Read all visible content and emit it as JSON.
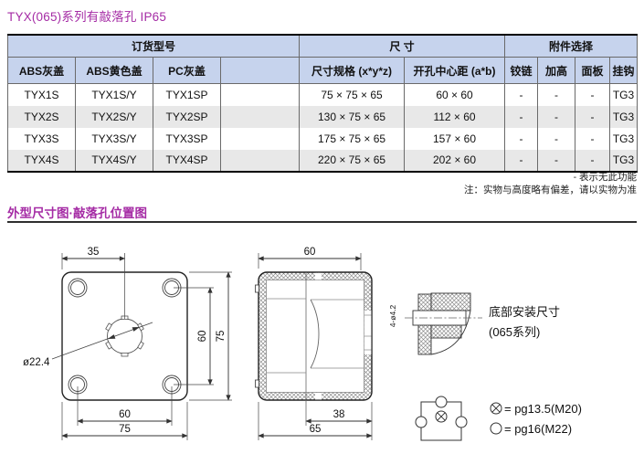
{
  "colors": {
    "accent": "#a52ca5",
    "table_header_bg": "#c6d3ed",
    "row_alt_bg": "#e8e8e8"
  },
  "page": {
    "title": "TYX(065)系列有敲落孔 IP65",
    "section_title": "外型尺寸图·敲落孔位置图"
  },
  "table": {
    "group_headers": {
      "order": "订货型号",
      "size": "尺 寸",
      "accessories": "附件选择"
    },
    "columns": [
      "ABS灰盖",
      "ABS黄色盖",
      "PC灰盖",
      "",
      "尺寸规格 (x*y*z)",
      "开孔中心距 (a*b)",
      "铰链",
      "加高",
      "面板",
      "挂钩"
    ],
    "rows": [
      [
        "TYX1S",
        "TYX1S/Y",
        "TYX1SP",
        "",
        "75 × 75 × 65",
        "60 × 60",
        "-",
        "-",
        "-",
        "TG3"
      ],
      [
        "TYX2S",
        "TYX2S/Y",
        "TYX2SP",
        "",
        "130 × 75 × 65",
        "112 × 60",
        "-",
        "-",
        "-",
        "TG3"
      ],
      [
        "TYX3S",
        "TYX3S/Y",
        "TYX3SP",
        "",
        "175 × 75 × 65",
        "157 × 60",
        "-",
        "-",
        "-",
        "TG3"
      ],
      [
        "TYX4S",
        "TYX4S/Y",
        "TYX4SP",
        "",
        "220 × 75 × 65",
        "202 × 60",
        "-",
        "-",
        "-",
        "TG3"
      ]
    ]
  },
  "notes": {
    "dash_meaning": "- 表示无此功能",
    "remark": "注：实物与高度略有偏差，请以实物为准"
  },
  "diagram": {
    "front_view": {
      "dim_hole_offset": "35",
      "dim_height": "75",
      "dim_hole_spacing_v": "60",
      "dim_hole_spacing_h": "60",
      "dim_width": "75",
      "knockout_diameter": "ø22.4"
    },
    "side_view": {
      "dim_inner_width": "60",
      "dim_knockout_offset": "38",
      "dim_depth": "65",
      "mount_holes": "4-ø4.2"
    },
    "detail_view": {
      "caption_line1": "底部安装尺寸",
      "caption_line2": "(065系列)"
    },
    "legend": {
      "item1": {
        "symbol": "circle-cross-icon",
        "label": "= pg13.5(M20)"
      },
      "item2": {
        "symbol": "circle-icon",
        "label": "= pg16(M22)"
      }
    }
  }
}
